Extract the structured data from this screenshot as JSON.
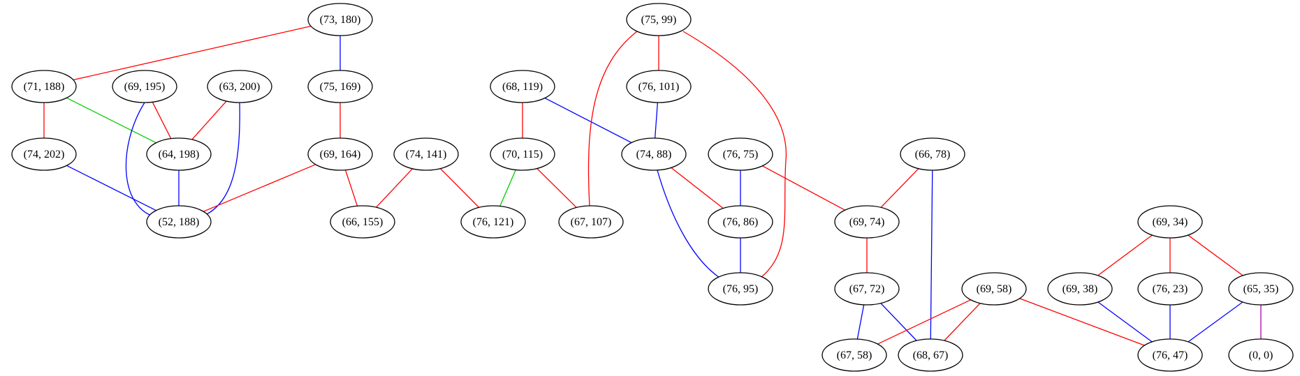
{
  "graph": {
    "nodes": [
      {
        "id": "n1",
        "label": "(73, 180)"
      },
      {
        "id": "n2",
        "label": "(75, 99)"
      },
      {
        "id": "n3",
        "label": "(71, 188)"
      },
      {
        "id": "n4",
        "label": "(69, 195)"
      },
      {
        "id": "n5",
        "label": "(63, 200)"
      },
      {
        "id": "n6",
        "label": "(75, 169)"
      },
      {
        "id": "n7",
        "label": "(68, 119)"
      },
      {
        "id": "n8",
        "label": "(76, 101)"
      },
      {
        "id": "n9",
        "label": "(74, 202)"
      },
      {
        "id": "n10",
        "label": "(64, 198)"
      },
      {
        "id": "n11",
        "label": "(69, 164)"
      },
      {
        "id": "n12",
        "label": "(74, 141)"
      },
      {
        "id": "n13",
        "label": "(70, 115)"
      },
      {
        "id": "n14",
        "label": "(74, 88)"
      },
      {
        "id": "n15",
        "label": "(76, 75)"
      },
      {
        "id": "n16",
        "label": "(66, 78)"
      },
      {
        "id": "n17",
        "label": "(52, 188)"
      },
      {
        "id": "n18",
        "label": "(66, 155)"
      },
      {
        "id": "n19",
        "label": "(76, 121)"
      },
      {
        "id": "n20",
        "label": "(67, 107)"
      },
      {
        "id": "n21",
        "label": "(76, 86)"
      },
      {
        "id": "n22",
        "label": "(69, 74)"
      },
      {
        "id": "n23",
        "label": "(69, 34)"
      },
      {
        "id": "n24",
        "label": "(76, 95)"
      },
      {
        "id": "n25",
        "label": "(67, 72)"
      },
      {
        "id": "n26",
        "label": "(69, 58)"
      },
      {
        "id": "n27",
        "label": "(69, 38)"
      },
      {
        "id": "n28",
        "label": "(76, 23)"
      },
      {
        "id": "n29",
        "label": "(65, 35)"
      },
      {
        "id": "n30",
        "label": "(67, 58)"
      },
      {
        "id": "n31",
        "label": "(68, 67)"
      },
      {
        "id": "n32",
        "label": "(76, 47)"
      },
      {
        "id": "n33",
        "label": "(0, 0)"
      }
    ],
    "edges": [
      {
        "from": "n1",
        "to": "n3",
        "color": "#ff0000"
      },
      {
        "from": "n1",
        "to": "n6",
        "color": "#0000ff"
      },
      {
        "from": "n3",
        "to": "n9",
        "color": "#ff0000"
      },
      {
        "from": "n3",
        "to": "n10",
        "color": "#00cc00"
      },
      {
        "from": "n4",
        "to": "n10",
        "color": "#ff0000"
      },
      {
        "from": "n4",
        "to": "n17",
        "color": "#0000ff"
      },
      {
        "from": "n5",
        "to": "n10",
        "color": "#ff0000"
      },
      {
        "from": "n5",
        "to": "n17",
        "color": "#0000ff"
      },
      {
        "from": "n9",
        "to": "n17",
        "color": "#0000ff"
      },
      {
        "from": "n10",
        "to": "n17",
        "color": "#0000ff"
      },
      {
        "from": "n6",
        "to": "n11",
        "color": "#ff0000"
      },
      {
        "from": "n11",
        "to": "n17",
        "color": "#ff0000"
      },
      {
        "from": "n11",
        "to": "n18",
        "color": "#ff0000"
      },
      {
        "from": "n12",
        "to": "n18",
        "color": "#ff0000"
      },
      {
        "from": "n12",
        "to": "n19",
        "color": "#ff0000"
      },
      {
        "from": "n7",
        "to": "n13",
        "color": "#ff0000"
      },
      {
        "from": "n7",
        "to": "n14",
        "color": "#0000ff"
      },
      {
        "from": "n13",
        "to": "n19",
        "color": "#00cc00"
      },
      {
        "from": "n13",
        "to": "n20",
        "color": "#ff0000"
      },
      {
        "from": "n2",
        "to": "n8",
        "color": "#ff0000"
      },
      {
        "from": "n2",
        "to": "n20",
        "color": "#ff0000"
      },
      {
        "from": "n2",
        "to": "n24",
        "color": "#ff0000"
      },
      {
        "from": "n8",
        "to": "n14",
        "color": "#0000ff"
      },
      {
        "from": "n14",
        "to": "n21",
        "color": "#ff0000"
      },
      {
        "from": "n14",
        "to": "n24",
        "color": "#0000ff"
      },
      {
        "from": "n15",
        "to": "n21",
        "color": "#0000ff"
      },
      {
        "from": "n15",
        "to": "n22",
        "color": "#ff0000"
      },
      {
        "from": "n21",
        "to": "n24",
        "color": "#0000ff"
      },
      {
        "from": "n16",
        "to": "n22",
        "color": "#ff0000"
      },
      {
        "from": "n16",
        "to": "n31",
        "color": "#0000ff"
      },
      {
        "from": "n22",
        "to": "n25",
        "color": "#ff0000"
      },
      {
        "from": "n25",
        "to": "n30",
        "color": "#0000ff"
      },
      {
        "from": "n25",
        "to": "n31",
        "color": "#0000ff"
      },
      {
        "from": "n26",
        "to": "n30",
        "color": "#ff0000"
      },
      {
        "from": "n26",
        "to": "n31",
        "color": "#ff0000"
      },
      {
        "from": "n26",
        "to": "n32",
        "color": "#ff0000"
      },
      {
        "from": "n23",
        "to": "n27",
        "color": "#ff0000"
      },
      {
        "from": "n23",
        "to": "n28",
        "color": "#ff0000"
      },
      {
        "from": "n23",
        "to": "n29",
        "color": "#ff0000"
      },
      {
        "from": "n27",
        "to": "n32",
        "color": "#0000ff"
      },
      {
        "from": "n28",
        "to": "n32",
        "color": "#0000ff"
      },
      {
        "from": "n29",
        "to": "n32",
        "color": "#0000ff"
      },
      {
        "from": "n29",
        "to": "n33",
        "color": "#aa00aa"
      }
    ]
  }
}
